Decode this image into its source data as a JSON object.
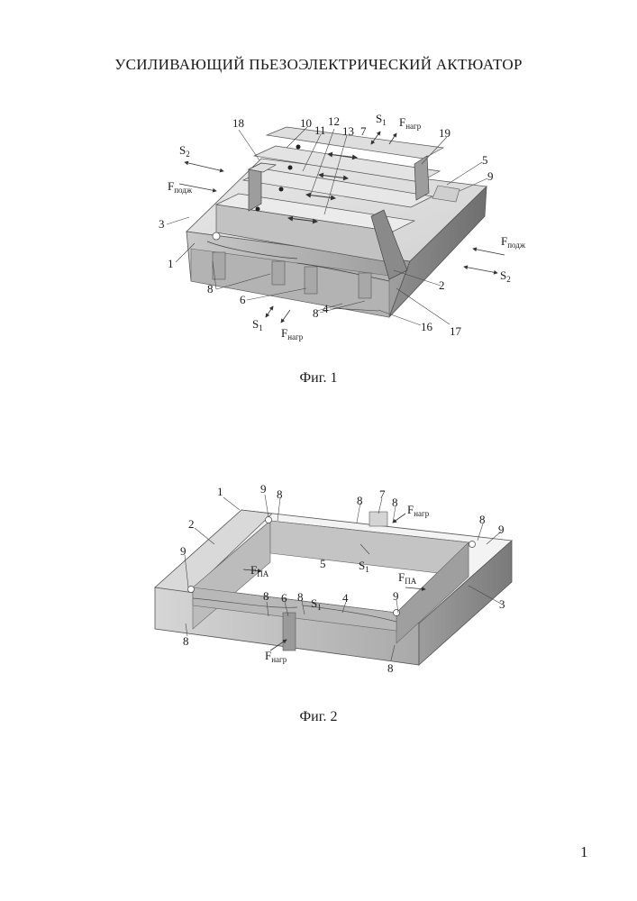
{
  "title": "УСИЛИВАЮЩИЙ ПЬЕЗОЭЛЕКТРИЧЕСКИЙ АКТЮАТОР",
  "figure1": {
    "caption": "Фиг. 1",
    "labels": {
      "n1": "1",
      "n2": "2",
      "n3": "3",
      "n4": "4",
      "n5": "5",
      "n6": "6",
      "n7": "7",
      "n8a": "8",
      "n8b": "8",
      "n9": "9",
      "n10": "10",
      "n11": "11",
      "n12": "12",
      "n13": "13",
      "n16": "16",
      "n17": "17",
      "n18": "18",
      "n19": "19"
    },
    "forces": {
      "s1_top": {
        "main": "S",
        "sub": "1"
      },
      "f_nagr_top": {
        "main": "F",
        "sub": "нагр"
      },
      "s2_left": {
        "main": "S",
        "sub": "2"
      },
      "f_podzh_left": {
        "main": "F",
        "sub": "подж"
      },
      "f_podzh_right": {
        "main": "F",
        "sub": "подж"
      },
      "s2_right": {
        "main": "S",
        "sub": "2"
      },
      "s1_bottom": {
        "main": "S",
        "sub": "1"
      },
      "f_nagr_bottom": {
        "main": "F",
        "sub": "нагр"
      }
    }
  },
  "figure2": {
    "caption": "Фиг. 2",
    "labels": {
      "n1": "1",
      "n2": "2",
      "n3": "3",
      "n4": "4",
      "n5": "5",
      "n6": "6",
      "n7": "7",
      "n8_a": "8",
      "n8_b": "8",
      "n8_c": "8",
      "n8_d": "8",
      "n8_e": "8",
      "n8_f": "8",
      "n8_g": "8",
      "n8_h": "8",
      "n9_a": "9",
      "n9_b": "9",
      "n9_c": "9",
      "n9_d": "9"
    },
    "forces": {
      "f_nagr_top": {
        "main": "F",
        "sub": "нагр"
      },
      "f_pa_left": {
        "main": "F",
        "sub": "ПА"
      },
      "s1_center": {
        "main": "S",
        "sub": "1"
      },
      "f_pa_right": {
        "main": "F",
        "sub": "ПА"
      },
      "s1_bottom": {
        "main": "S",
        "sub": "1"
      },
      "f_nagr_bottom": {
        "main": "F",
        "sub": "нагр"
      }
    }
  },
  "page_number": "1"
}
